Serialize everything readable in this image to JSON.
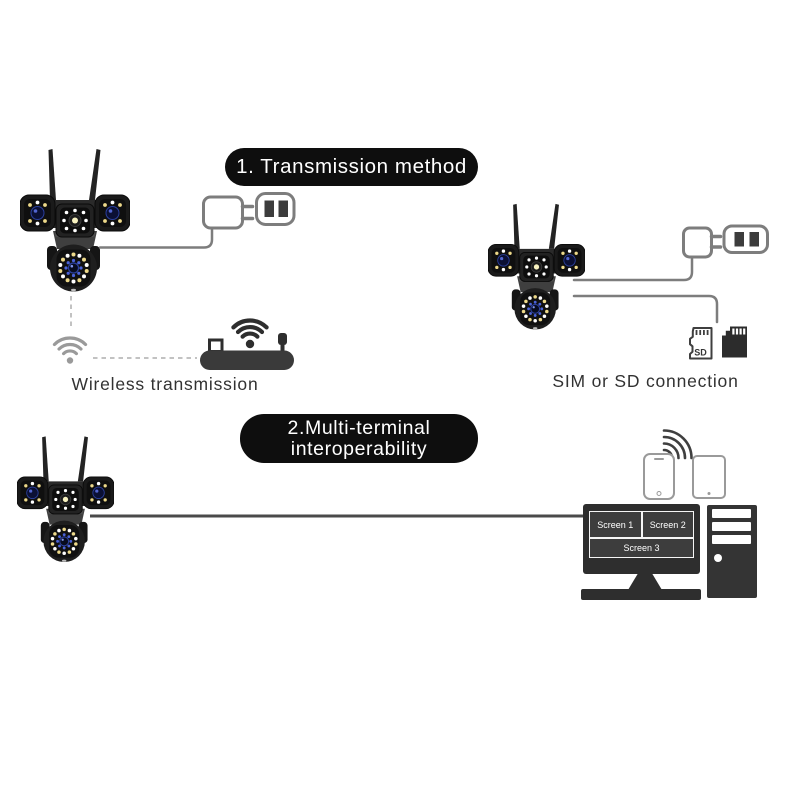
{
  "section1": {
    "banner": "1. Transmission method",
    "wireless": {
      "caption": "Wireless transmission"
    },
    "storage": {
      "caption": "SIM or SD connection",
      "sd_label": "SD"
    }
  },
  "section2": {
    "banner_line1": "2.Multi-terminal",
    "banner_line2": "interoperability",
    "monitor": {
      "screens": [
        "Screen 1",
        "Screen 2",
        "Screen 3"
      ]
    }
  },
  "icons": {
    "camera": "security-camera-icon",
    "wifi": "wifi-signal-icon",
    "router": "router-icon",
    "plug": "power-plug-icon",
    "socket": "wall-socket-icon",
    "sd_outline": "micro-sd-card-outline-icon",
    "sd_black": "micro-sd-card-black-icon",
    "monitor": "monitor-icon",
    "tower": "pc-tower-icon",
    "phone": "smartphone-icon",
    "tablet": "tablet-icon"
  },
  "colors": {
    "banner_bg": "#0e0e0e",
    "banner_text": "#ffffff",
    "caption_text": "#323232",
    "cable_gray": "#7d7d7d",
    "dashed_gray": "#c2c2c2",
    "wifi_gray": "#9a9a9a",
    "router_dark": "#3a3a3a",
    "icon_dark": "#2e2e2e",
    "monitor_frame": "#2e2e2e",
    "screen_cell_bg": "#3d3d3d",
    "screen_cell_border": "#f5f5f5",
    "screen_text": "#ffffff",
    "device_outline_gray": "#9a9a9a",
    "tower_dark": "#343434",
    "line_dark": "#4a4a4a",
    "sd_dark": "#2c2c2c",
    "led_yellow": "#edd98a",
    "led_blue": "#4a62d8"
  }
}
